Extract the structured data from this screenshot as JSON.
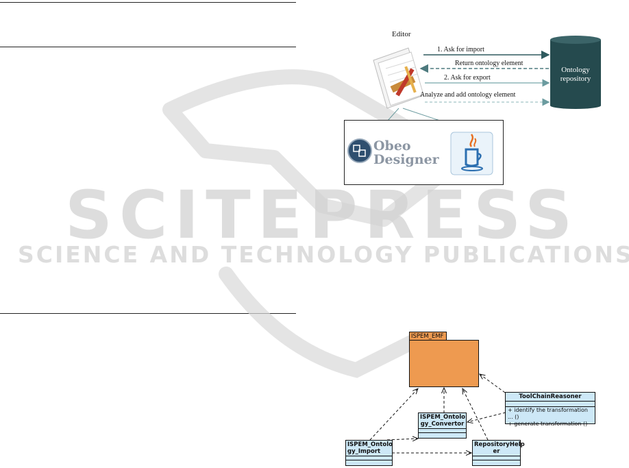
{
  "watermark": {
    "title": "SCITEPRESS",
    "subtitle": "SCIENCE AND TECHNOLOGY PUBLICATIONS"
  },
  "figure_top": {
    "editor_label": "Editor",
    "arrows": [
      "1. Ask for import",
      "Return ontology element",
      "2. Ask for export",
      "Analyze and add ontology element"
    ],
    "repository_label_line1": "Ontology",
    "repository_label_line2": "repository",
    "obeo_line1": "Obeo",
    "obeo_line2": "Designer",
    "icons": [
      "editor-icon",
      "database-icon",
      "obeo-designer-logo",
      "java-icon"
    ],
    "colors": {
      "repository": "#254a4e",
      "solid_arrow": "#2e5a5e",
      "dashed_arrow": "#4d7a7e"
    }
  },
  "figure_bottom": {
    "package_name": "ISPEM_EMF",
    "classes": {
      "reasoner": {
        "name": "ToolChainReasoner",
        "ops": [
          "+ identify the transformation ... ()",
          "+ generate transformation ()"
        ]
      },
      "convertor": {
        "name_line1": "ISPEM_Ontolo",
        "name_line2": "gy_Convertor"
      },
      "import": {
        "name_line1": "ISPEM_Ontolo",
        "name_line2": "gy_Import"
      },
      "helper": {
        "name_line1": "RepositoryHelp",
        "name_line2": "er"
      }
    },
    "colors": {
      "package": "#ee9a50",
      "class": "#cde8f7"
    }
  }
}
